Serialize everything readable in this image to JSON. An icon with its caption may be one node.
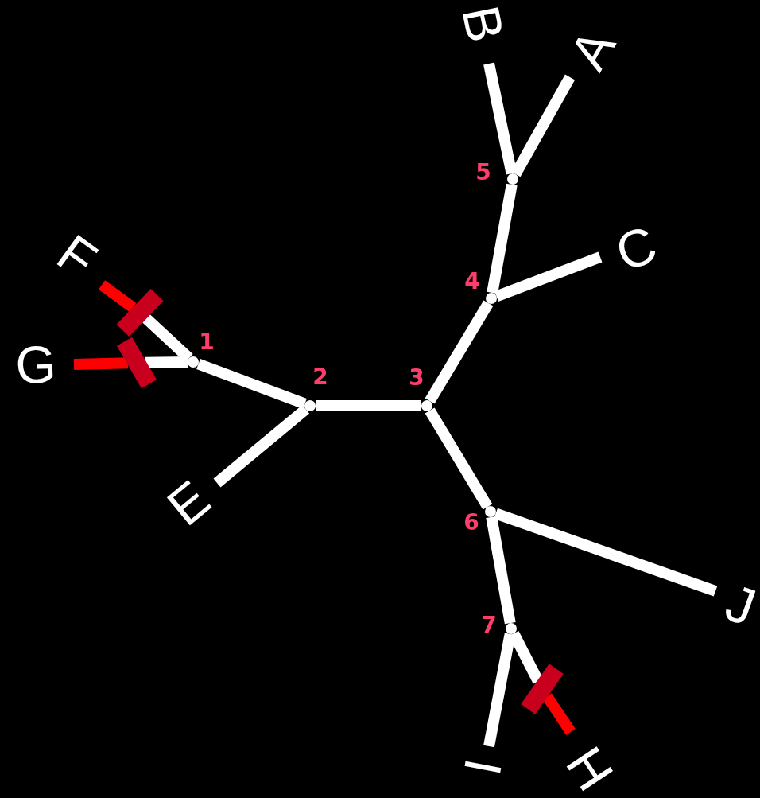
{
  "diagram": {
    "nodes": [
      {
        "text": [
          "A"
        ]
      },
      {
        "text": [
          "B"
        ]
      },
      {
        "text": [
          "C"
        ]
      },
      {
        "text": [
          "F"
        ]
      },
      {
        "text": [
          "G"
        ]
      },
      {
        "text": [
          "E"
        ]
      },
      {
        "text": [
          "J"
        ]
      },
      {
        "text": [
          "I"
        ]
      },
      {
        "text": [
          "H"
        ]
      },
      {
        "text": [],
        "shape": "point",
        "beside": [
          "1"
        ]
      },
      {
        "text": [],
        "shape": "point",
        "beside": [
          "2"
        ]
      },
      {
        "text": [],
        "shape": "point",
        "beside": [
          "3"
        ]
      },
      {
        "text": [],
        "shape": "point",
        "beside": [
          "4"
        ]
      },
      {
        "text": [],
        "shape": "point",
        "beside": [
          "5"
        ]
      },
      {
        "text": [],
        "shape": "point",
        "beside": [
          "6"
        ]
      },
      {
        "text": [],
        "shape": "point",
        "beside": [
          "7"
        ]
      },
      {
        "text": [],
        "shape": "bar"
      },
      {
        "text": [],
        "shape": "bar"
      },
      {
        "text": [],
        "shape": "bar"
      }
    ],
    "edges": [
      {
        "from": 9,
        "to": 10,
        "arrow": "none"
      },
      {
        "from": 10,
        "to": 11,
        "arrow": "none"
      },
      {
        "from": 10,
        "to": 5,
        "arrow": "none"
      },
      {
        "from": 11,
        "to": 12,
        "arrow": "none"
      },
      {
        "from": 12,
        "to": 13,
        "arrow": "none"
      },
      {
        "from": 13,
        "to": 0,
        "arrow": "none"
      },
      {
        "from": 13,
        "to": 1,
        "arrow": "none"
      },
      {
        "from": 12,
        "to": 2,
        "arrow": "none"
      },
      {
        "from": 11,
        "to": 14,
        "arrow": "none"
      },
      {
        "from": 14,
        "to": 6,
        "arrow": "none"
      },
      {
        "from": 14,
        "to": 15,
        "arrow": "none"
      },
      {
        "from": 15,
        "to": 7,
        "arrow": "none"
      },
      {
        "from": 9,
        "to": 16,
        "arrow": "none"
      },
      {
        "from": 16,
        "to": 3,
        "arrow": "none",
        "color": "#ff0000"
      },
      {
        "from": 9,
        "to": 17,
        "arrow": "none"
      },
      {
        "from": 17,
        "to": 4,
        "arrow": "none",
        "color": "#ff0000"
      },
      {
        "from": 15,
        "to": 18,
        "arrow": "none"
      },
      {
        "from": 18,
        "to": 8,
        "arrow": "none",
        "color": "#ff0000"
      }
    ]
  }
}
